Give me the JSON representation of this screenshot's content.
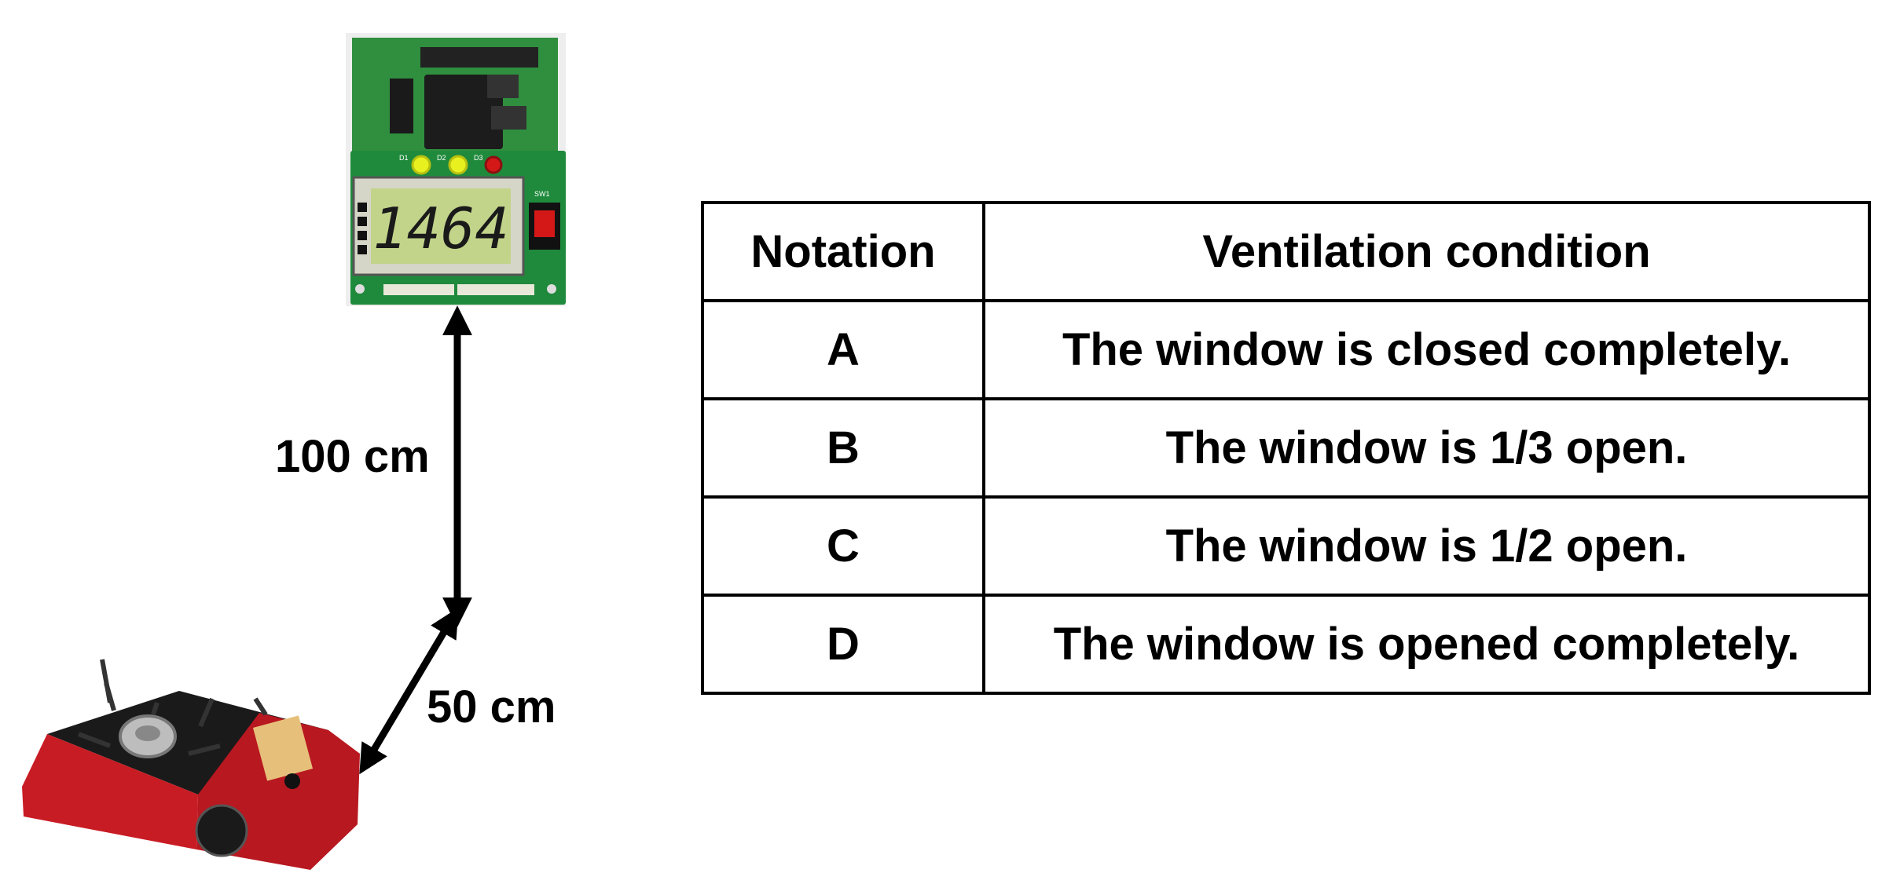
{
  "lcd": {
    "reading": "1464"
  },
  "board": {
    "led_labels": [
      "D1",
      "D2",
      "D3"
    ],
    "switch_label": "SW1"
  },
  "distances": {
    "vertical": "100 cm",
    "diagonal": "50 cm"
  },
  "table": {
    "headers": [
      "Notation",
      "Ventilation condition"
    ],
    "rows": [
      {
        "notation": "A",
        "condition": "The window is closed completely."
      },
      {
        "notation": "B",
        "condition": "The window is 1/3 open."
      },
      {
        "notation": "C",
        "condition": "The window is 1/2 open."
      },
      {
        "notation": "D",
        "condition": "The window is opened completely."
      }
    ]
  },
  "colors": {
    "pcb_green": "#1f8a3c",
    "lcd_green": "#c2d48a",
    "led_yellow": "#e8f020",
    "led_red": "#d41818",
    "stove_red": "#c81c24",
    "stove_black": "#1a1a1a"
  }
}
